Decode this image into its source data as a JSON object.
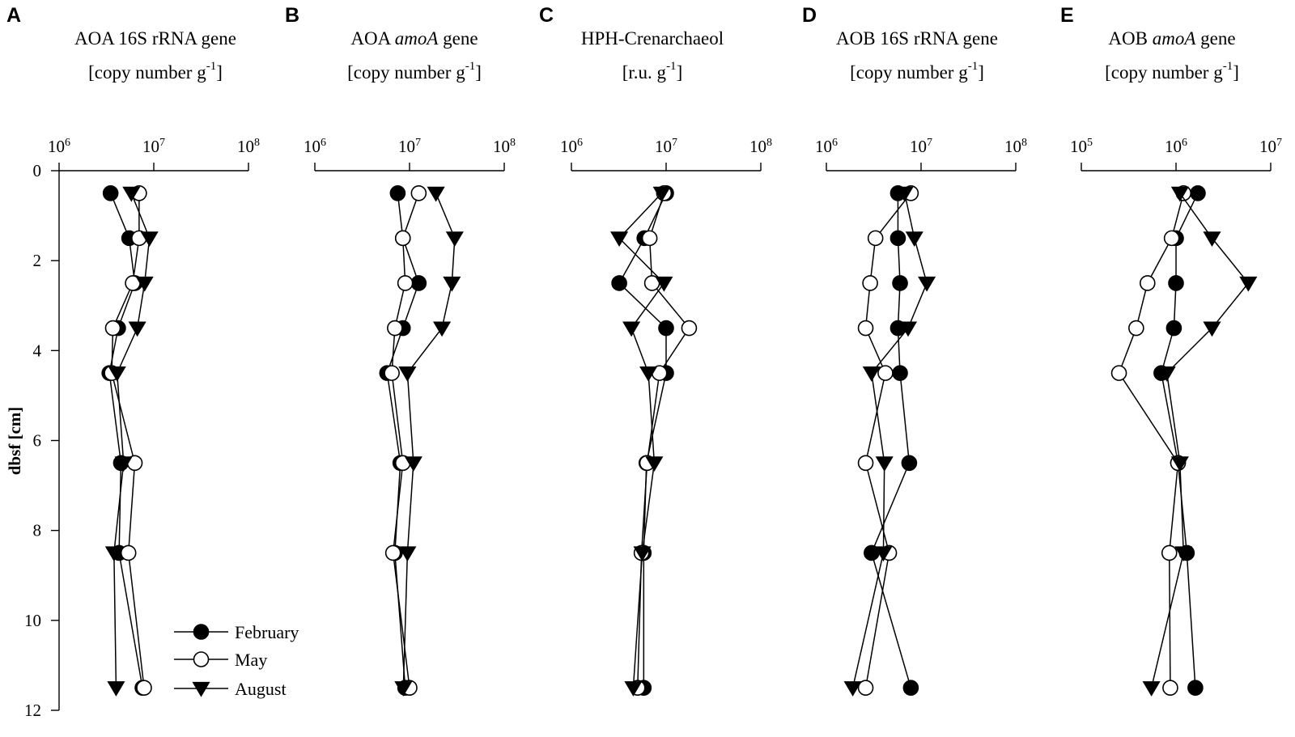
{
  "chart_data": [
    {
      "type": "line",
      "panel": "A",
      "title": "AOA 16S rRNA gene",
      "unit": "[copy number g-1]",
      "xscale": "log",
      "xlim": [
        1000000,
        100000000
      ],
      "x_ticks": [
        {
          "base": "10",
          "exp": "6",
          "value": 1000000
        },
        {
          "base": "10",
          "exp": "7",
          "value": 10000000
        },
        {
          "base": "10",
          "exp": "8",
          "value": 100000000
        }
      ],
      "ylabel": "dbsf [cm]",
      "ylim": [
        0,
        12
      ],
      "y_ticks": [
        {
          "label": "0",
          "value": 0
        },
        {
          "label": "2",
          "value": 2
        },
        {
          "label": "4",
          "value": 4
        },
        {
          "label": "6",
          "value": 6
        },
        {
          "label": "8",
          "value": 8
        },
        {
          "label": "10",
          "value": 10
        },
        {
          "label": "12",
          "value": 12
        }
      ],
      "depths": [
        0.5,
        1.5,
        2.5,
        3.5,
        4.5,
        6.5,
        8.5,
        11.5
      ],
      "series": [
        {
          "name": "February",
          "values": [
            3500000,
            5500000,
            6300000,
            4200000,
            3400000,
            4500000,
            4300000,
            7600000
          ]
        },
        {
          "name": "May",
          "values": [
            7000000,
            7000000,
            6000000,
            3700000,
            3600000,
            6300000,
            5400000,
            7900000
          ]
        },
        {
          "name": "August",
          "values": [
            5800000,
            9000000,
            8000000,
            6700000,
            4100000,
            4800000,
            3800000,
            4000000
          ]
        }
      ]
    },
    {
      "type": "line",
      "panel": "B",
      "title": "AOA amoA gene",
      "title_plain": "AOA ",
      "title_italic": "amoA",
      "title_rest": " gene",
      "unit": "[copy number g-1]",
      "xscale": "log",
      "xlim": [
        1000000,
        100000000
      ],
      "x_ticks": [
        {
          "base": "10",
          "exp": "6",
          "value": 1000000
        },
        {
          "base": "10",
          "exp": "7",
          "value": 10000000
        },
        {
          "base": "10",
          "exp": "8",
          "value": 100000000
        }
      ],
      "ylim": [
        0,
        12
      ],
      "depths": [
        0.5,
        1.5,
        2.5,
        3.5,
        4.5,
        6.5,
        8.5,
        11.5
      ],
      "series": [
        {
          "name": "February",
          "values": [
            7500000,
            8500000,
            12500000,
            8500000,
            5800000,
            8000000,
            7000000,
            9000000
          ]
        },
        {
          "name": "May",
          "values": [
            12500000,
            8500000,
            9000000,
            7000000,
            6500000,
            8500000,
            6700000,
            10000000
          ]
        },
        {
          "name": "August",
          "values": [
            19000000,
            30000000,
            28000000,
            22000000,
            9500000,
            11000000,
            9500000,
            8600000
          ]
        }
      ]
    },
    {
      "type": "line",
      "panel": "C",
      "title": "HPH-Crenarchaeol",
      "unit": "[r.u. g-1]",
      "xscale": "log",
      "xlim": [
        1000000,
        100000000
      ],
      "x_ticks": [
        {
          "base": "10",
          "exp": "6",
          "value": 1000000
        },
        {
          "base": "10",
          "exp": "7",
          "value": 10000000
        },
        {
          "base": "10",
          "exp": "8",
          "value": 100000000
        }
      ],
      "ylim": [
        0,
        12
      ],
      "depths": [
        0.5,
        1.5,
        2.5,
        3.5,
        4.5,
        6.5,
        8.5,
        11.5
      ],
      "series": [
        {
          "name": "February",
          "values": [
            10000000,
            5900000,
            3200000,
            10000000,
            10000000,
            6200000,
            5800000,
            5800000
          ]
        },
        {
          "name": "May",
          "values": [
            9500000,
            6700000,
            7100000,
            17500000,
            8500000,
            6300000,
            5500000,
            5000000
          ]
        },
        {
          "name": "August",
          "values": [
            9000000,
            3200000,
            9500000,
            4300000,
            6500000,
            7500000,
            5600000,
            4500000
          ]
        }
      ]
    },
    {
      "type": "line",
      "panel": "D",
      "title": "AOB 16S rRNA gene",
      "unit": "[copy number g-1]",
      "xscale": "log",
      "xlim": [
        1000000,
        100000000
      ],
      "x_ticks": [
        {
          "base": "10",
          "exp": "6",
          "value": 1000000
        },
        {
          "base": "10",
          "exp": "7",
          "value": 10000000
        },
        {
          "base": "10",
          "exp": "8",
          "value": 100000000
        }
      ],
      "ylim": [
        0,
        12
      ],
      "depths": [
        0.5,
        1.5,
        2.5,
        3.5,
        4.5,
        6.5,
        8.5,
        11.5
      ],
      "series": [
        {
          "name": "February",
          "values": [
            5700000,
            5700000,
            6000000,
            5700000,
            6000000,
            7500000,
            3000000,
            7800000
          ]
        },
        {
          "name": "May",
          "values": [
            7800000,
            3300000,
            2900000,
            2600000,
            4200000,
            2600000,
            4600000,
            2600000
          ]
        },
        {
          "name": "August",
          "values": [
            6700000,
            8500000,
            11500000,
            7300000,
            3000000,
            4100000,
            4000000,
            1900000
          ]
        }
      ]
    },
    {
      "type": "line",
      "panel": "E",
      "title": "AOB amoA gene",
      "title_plain": "AOB ",
      "title_italic": "amoA",
      "title_rest": " gene",
      "unit": "[copy number g-1]",
      "xscale": "log",
      "xlim": [
        100000,
        10000000
      ],
      "x_ticks": [
        {
          "base": "10",
          "exp": "5",
          "value": 100000
        },
        {
          "base": "10",
          "exp": "6",
          "value": 1000000
        },
        {
          "base": "10",
          "exp": "7",
          "value": 10000000
        }
      ],
      "ylim": [
        0,
        12
      ],
      "depths": [
        0.5,
        1.5,
        2.5,
        3.5,
        4.5,
        6.5,
        8.5,
        11.5
      ],
      "series": [
        {
          "name": "February",
          "values": [
            1700000,
            1000000,
            1000000,
            950000,
            700000,
            1050000,
            1300000,
            1600000
          ]
        },
        {
          "name": "May",
          "values": [
            1200000,
            900000,
            500000,
            380000,
            250000,
            1050000,
            850000,
            870000
          ]
        },
        {
          "name": "August",
          "values": [
            1100000,
            2400000,
            5800000,
            2400000,
            800000,
            1100000,
            1200000,
            550000
          ]
        }
      ]
    }
  ],
  "legend": {
    "placement": "bottom-left of panel A",
    "items": [
      {
        "label": "February",
        "marker": "filled-circle"
      },
      {
        "label": "May",
        "marker": "open-circle"
      },
      {
        "label": "August",
        "marker": "filled-triangle-down"
      }
    ]
  },
  "style": {
    "line_color": "#000000",
    "fill_color": "#000000",
    "open_fill": "#ffffff"
  }
}
